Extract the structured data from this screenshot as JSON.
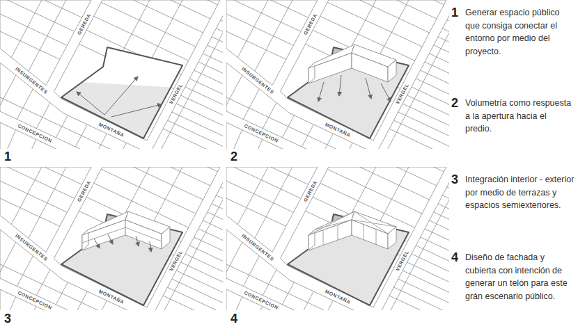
{
  "diagram": {
    "labels": [
      "GEREDA",
      "INSURGENTES",
      "VERGEL",
      "MONTAÑA",
      "CONCEPCION",
      "1",
      "GEREDA",
      "INSURGENTES",
      "VERGEL",
      "MONTAÑA",
      "CONCEPCION",
      "2",
      "GEREDA",
      "INSURGENTES",
      "VERGEL",
      "MONTAÑA",
      "CONCEPCION",
      "3",
      "GEREDA",
      "INSURGENTES",
      "VERGEL",
      "MONTAÑA",
      "CONCEPCION",
      "4",
      "1",
      "Generar espacio público que consiga conectar el entorno por medio del proyecto.",
      "2",
      "Volumetría como respuesta a la apertura hacia el predio.",
      "3",
      "Integración interior - exterior por medio de terrazas y espacios semiexteriores.",
      "4",
      "Diseño de fachada y cubierta con intención de generar un telón para este grán escenario público."
    ]
  }
}
